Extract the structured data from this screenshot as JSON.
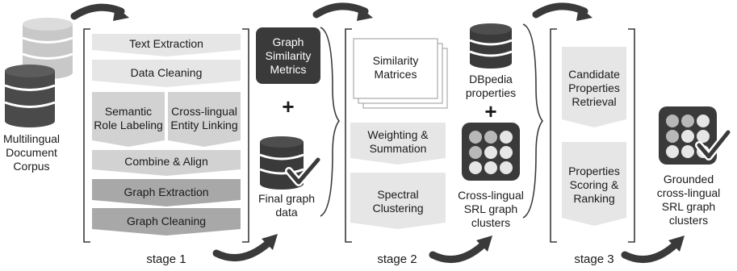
{
  "input": {
    "label_lines": [
      "Multilingual",
      "Document",
      "Corpus"
    ]
  },
  "stage1": {
    "label": "stage 1",
    "steps": {
      "text_extraction": "Text Extraction",
      "data_cleaning": "Data Cleaning",
      "srl": [
        "Semantic",
        "Role Labeling"
      ],
      "entity_linking": [
        "Cross-lingual",
        "Entity Linking"
      ],
      "combine_align": "Combine & Align",
      "graph_extraction": "Graph Extraction",
      "graph_cleaning": "Graph Cleaning"
    }
  },
  "metrics_box": {
    "lines": [
      "Graph",
      "Similarity",
      "Metrics"
    ]
  },
  "plus_symbol": "+",
  "final_data": {
    "lines": [
      "Final graph",
      "data"
    ]
  },
  "stage2": {
    "label": "stage 2",
    "matrices": [
      "Similarity",
      "Matrices"
    ],
    "weighting": [
      "Weighting &",
      "Summation"
    ],
    "spectral": [
      "Spectral",
      "Clustering"
    ]
  },
  "dbpedia": {
    "lines": [
      "DBpedia",
      "properties"
    ]
  },
  "clusters": {
    "lines": [
      "Cross-lingual",
      "SRL graph",
      "clusters"
    ]
  },
  "stage3": {
    "label": "stage 3",
    "candidate": [
      "Candidate",
      "Properties",
      "Retrieval"
    ],
    "scoring": [
      "Properties",
      "Scoring &",
      "Ranking"
    ]
  },
  "output": {
    "lines": [
      "Grounded",
      "cross-lingual",
      "SRL graph",
      "clusters"
    ]
  },
  "colors": {
    "dark": "#3a3a3a",
    "light_chevron": "#e6e6e6",
    "mid_chevron": "#d2d2d2",
    "darker_chevron": "#a8a8a8",
    "db_light": "#c8c8c8",
    "db_dark": "#4a4a4a"
  }
}
